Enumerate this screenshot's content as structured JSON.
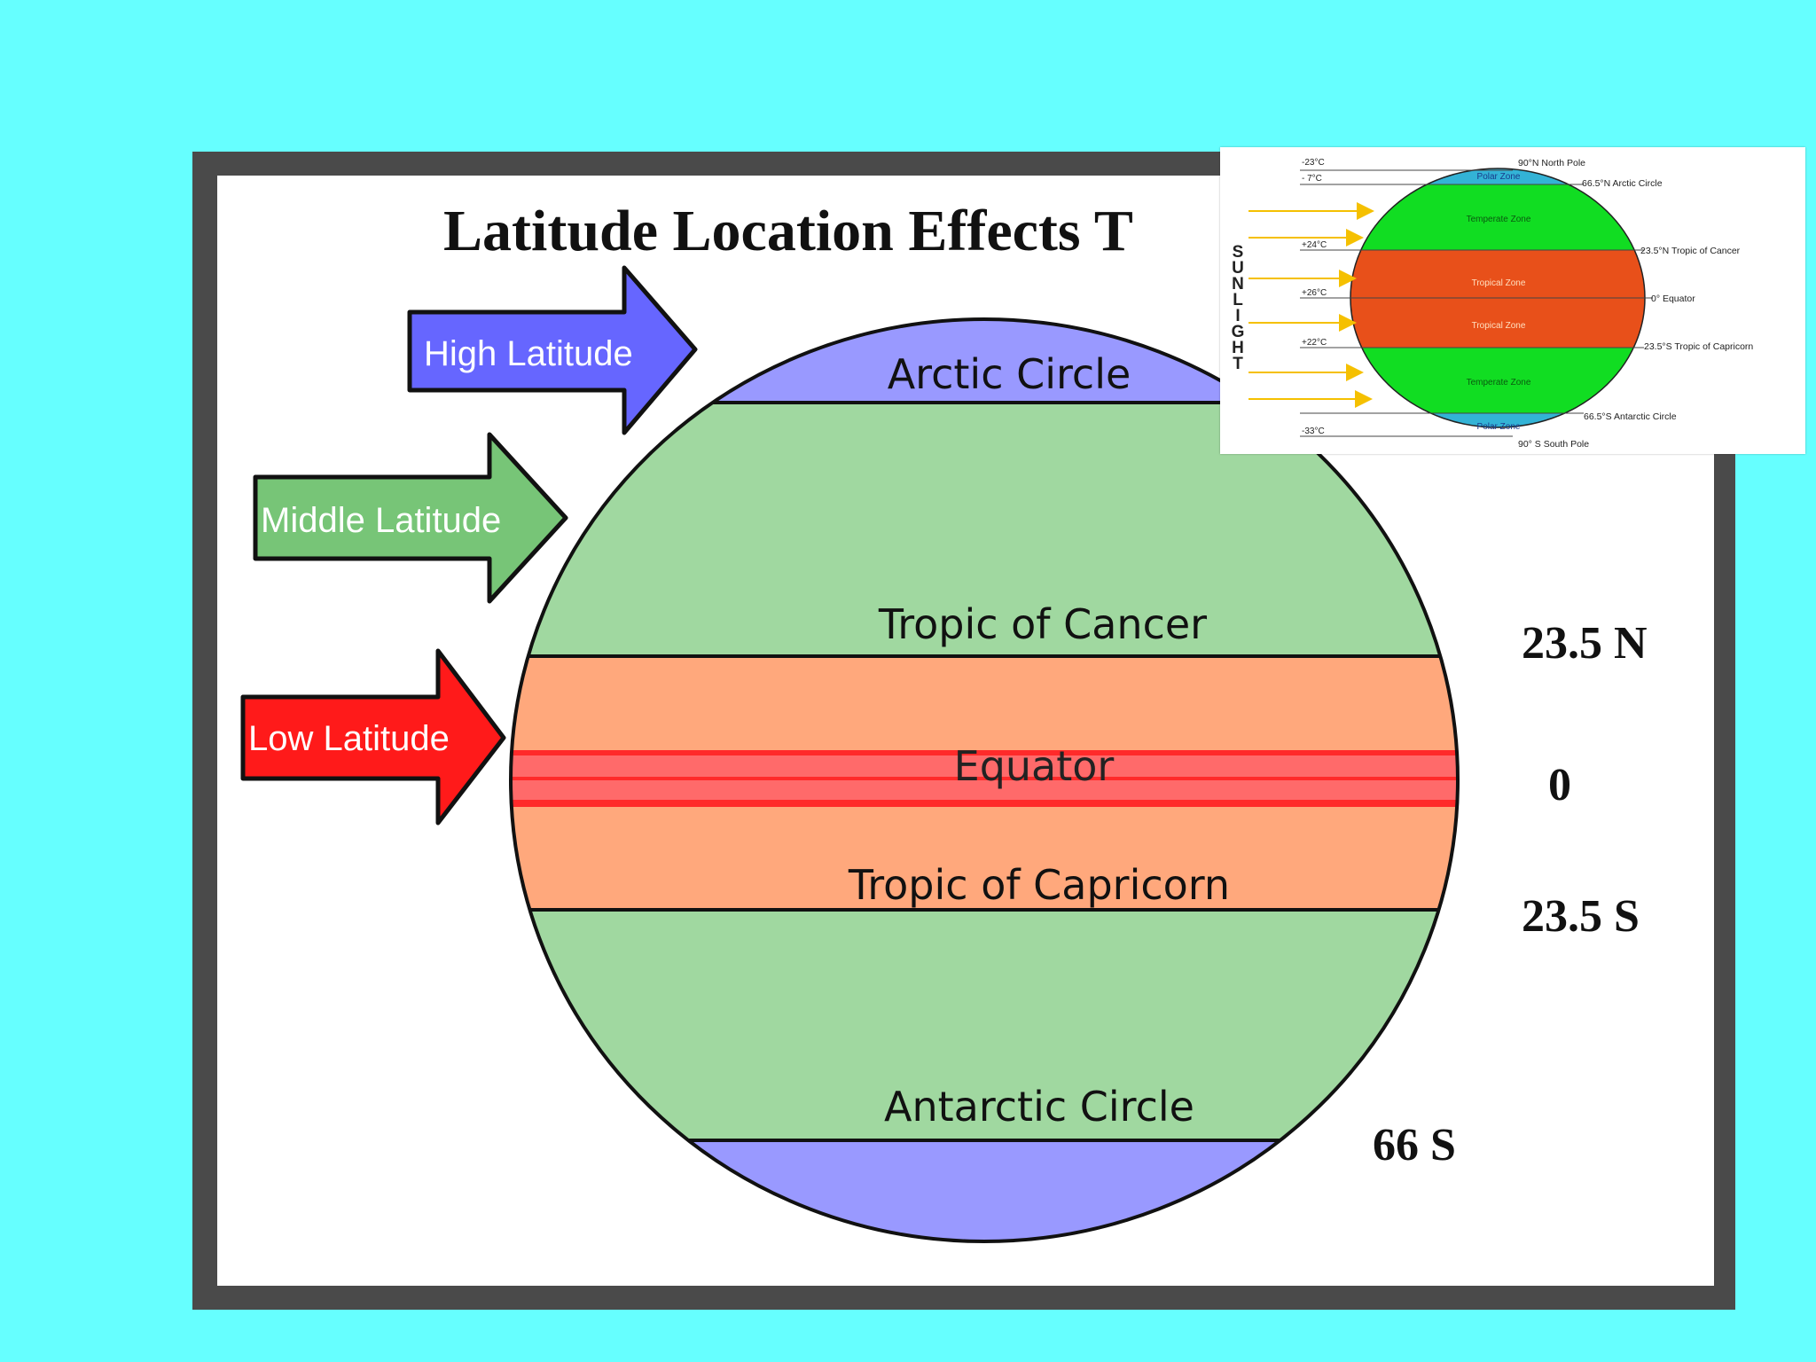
{
  "title": "Latitude Location Effects T",
  "arrows": {
    "high": "High Latitude",
    "middle": "Middle Latitude",
    "low": "Low Latitude"
  },
  "globe_labels": {
    "arctic_circle": "Arctic Circle",
    "tropic_of_cancer": "Tropic of Cancer",
    "equator": "Equator",
    "tropic_of_capricorn": "Tropic of Capricorn",
    "antarctic_circle": "Antarctic Circle"
  },
  "degree_labels": {
    "n23": "23.5 N",
    "zero": "0",
    "s23": "23.5 S",
    "s66": "66 S"
  },
  "colors": {
    "polar": "#9999ff",
    "temperate": "#a0d8a0",
    "tropical": "#ffa87c",
    "equator_band": "#ff6a6a",
    "high_arrow": "#6666ff",
    "middle_arrow": "#77c577",
    "low_arrow": "#ff1a1a",
    "inset_polar": "#33b3d6",
    "inset_temperate": "#11dd22",
    "inset_tropical": "#e8501a",
    "sunlight_arrow": "#f5c000"
  },
  "inset": {
    "sunlight": "SUNLIGHT",
    "temps": {
      "t1": "-23°C",
      "t2": "- 7°C",
      "t3": "+24°C",
      "t4": "+26°C",
      "t5": "+22°C",
      "t6": "-33°C"
    },
    "zones": {
      "polar_n": "Polar Zone",
      "temperate_n": "Temperate Zone",
      "tropical_n": "Tropical Zone",
      "tropical_s": "Tropical Zone",
      "temperate_s": "Temperate Zone",
      "polar_s": "Polar Zone"
    },
    "lines": {
      "north_pole": "90°N North Pole",
      "arctic": "66.5°N Arctic Circle",
      "cancer": "23.5°N Tropic of Cancer",
      "equator": "0° Equator",
      "capricorn": "23.5°S Tropic of Capricorn",
      "antarctic": "66.5°S Antarctic Circle",
      "south_pole": "90° S South Pole"
    }
  }
}
